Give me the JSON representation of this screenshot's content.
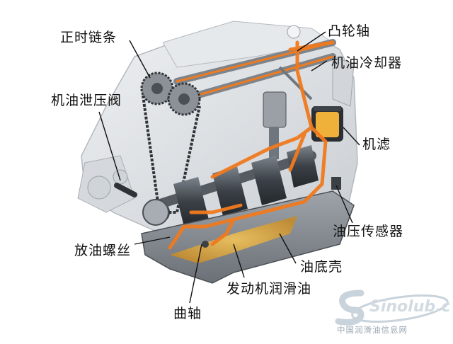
{
  "labels": {
    "timing_chain": "正时链条",
    "camshaft": "凸轮轴",
    "oil_relief_valve": "机油泄压阀",
    "oil_cooler": "机油冷却器",
    "oil_filter": "机滤",
    "oil_pressure_sensor": "油压传感器",
    "drain_plug": "放油螺丝",
    "oil_pan": "油底壳",
    "engine_oil": "发动机润滑油",
    "crankshaft": "曲轴"
  },
  "watermark": {
    "brand": "Sinolub.com",
    "caption": "中国润滑油信息网"
  },
  "colors": {
    "oil_flow": "#f07a1e",
    "engine_body": "#d9dde1",
    "metal_dark": "#3f454b",
    "oil_pool": "#d8a43c",
    "leader_line": "#111111"
  }
}
